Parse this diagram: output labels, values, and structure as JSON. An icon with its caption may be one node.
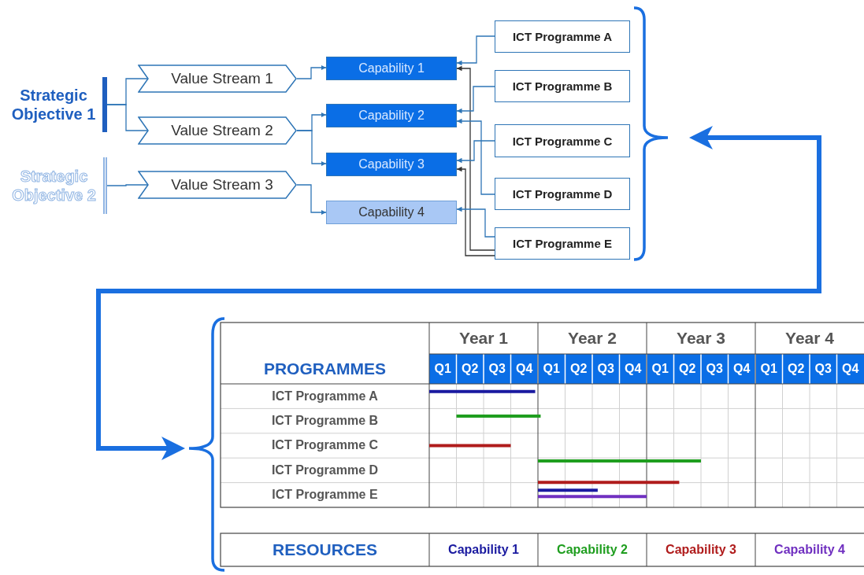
{
  "diagram": {
    "nodes": [
      {
        "text": [
          "Strategic Objective 1"
        ]
      },
      {
        "text": [
          "Strategic Objective 2"
        ]
      },
      {
        "text": [
          "Value Stream 1"
        ]
      },
      {
        "text": [
          "Value Stream 2"
        ]
      },
      {
        "text": [
          "Value Stream 3"
        ]
      },
      {
        "text": [
          "Capability 1"
        ]
      },
      {
        "text": [
          "Capability 2"
        ]
      },
      {
        "text": [
          "Capability 3"
        ]
      },
      {
        "text": [
          "Capability 4"
        ]
      },
      {
        "text": [
          "ICT Programme A"
        ]
      },
      {
        "text": [
          "ICT Programme B"
        ]
      },
      {
        "text": [
          "ICT Programme C"
        ]
      },
      {
        "text": [
          "ICT Programme D"
        ]
      },
      {
        "text": [
          "ICT Programme E"
        ]
      }
    ],
    "edges": [
      {
        "from": 0,
        "to": 2,
        "arrow": "none"
      },
      {
        "from": 0,
        "to": 3,
        "arrow": "none"
      },
      {
        "from": 1,
        "to": 4,
        "arrow": "none"
      },
      {
        "from": 2,
        "to": 5,
        "arrow": "to"
      },
      {
        "from": 3,
        "to": 6,
        "arrow": "to"
      },
      {
        "from": 3,
        "to": 7,
        "arrow": "to"
      },
      {
        "from": 4,
        "to": 8,
        "arrow": "to"
      },
      {
        "from": 9,
        "to": 5,
        "arrow": "to"
      },
      {
        "from": 13,
        "to": 5,
        "arrow": "to",
        "color": "#333333"
      },
      {
        "from": 10,
        "to": 6,
        "arrow": "to"
      },
      {
        "from": 12,
        "to": 6,
        "arrow": "to"
      },
      {
        "from": 11,
        "to": 7,
        "arrow": "to"
      },
      {
        "from": 13,
        "to": 7,
        "arrow": "to",
        "color": "#333333"
      },
      {
        "from": 13,
        "to": 8,
        "arrow": "to"
      }
    ],
    "labels": [
      "Year 1",
      "Year 2",
      "Year 3",
      "Year 4",
      "PROGRAMMES",
      "Q1",
      "Q2",
      "Q3",
      "Q4",
      "Q1",
      "Q2",
      "Q3",
      "Q4",
      "Q1",
      "Q2",
      "Q3",
      "Q4",
      "Q1",
      "Q2",
      "Q3",
      "Q4",
      "ICT Programme A",
      "ICT Programme B",
      "ICT Programme C",
      "ICT Programme D",
      "ICT Programme E",
      "RESOURCES"
    ],
    "legend": [
      {
        "text": "Capability 1",
        "color": "#1a1aa0"
      },
      {
        "text": "Capability 2",
        "color": "#1f9e1f"
      },
      {
        "text": "Capability 3",
        "color": "#b01c1c"
      },
      {
        "text": "Capability 4",
        "color": "#7030c0"
      }
    ]
  }
}
